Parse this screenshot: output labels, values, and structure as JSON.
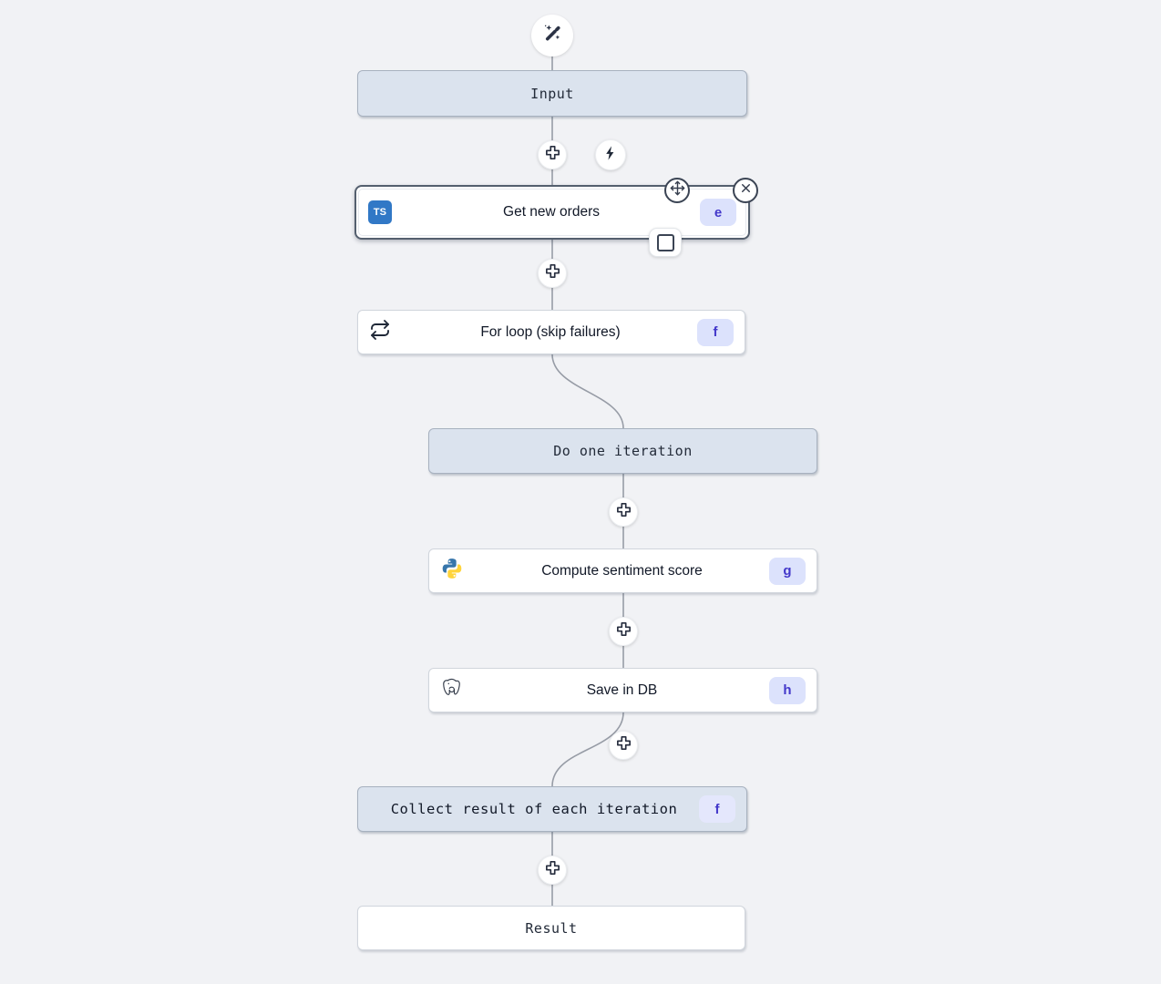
{
  "colors": {
    "canvas_bg": "#f1f2f5",
    "virtual_node_bg": "#dbe3ee",
    "badge_bg": "#dce2fc",
    "badge_text": "#4338ca",
    "selected_border": "#545f6e",
    "connector": "#979ca6",
    "typescript_blue": "#3178c6",
    "python_blue": "#3776ab",
    "python_yellow": "#ffd43b"
  },
  "icons": {
    "top": "wand-sparkles-icon",
    "add": "plus-icon",
    "trigger": "lightning-bolt-icon",
    "selected_move": "move-arrows-icon",
    "selected_close": "close-x-icon",
    "selected_box": "square-icon",
    "loop": "repeat-icon",
    "ts_label": "TS"
  },
  "flow": {
    "modules": [
      {
        "id": "input",
        "label": "Input",
        "kind": "virtual"
      },
      {
        "id": "e",
        "label": "Get new orders",
        "badge": "e",
        "language": "typescript",
        "selected": true
      },
      {
        "id": "f",
        "label": "For loop (skip failures)",
        "badge": "f",
        "kind": "forloop"
      },
      {
        "id": "iteration",
        "label": "Do one iteration",
        "kind": "virtual"
      },
      {
        "id": "g",
        "label": "Compute sentiment score",
        "badge": "g",
        "language": "python"
      },
      {
        "id": "h",
        "label": "Save in DB",
        "badge": "h",
        "language": "postgresql"
      },
      {
        "id": "collect",
        "label": "Collect result of each iteration",
        "badge": "f",
        "kind": "virtual"
      },
      {
        "id": "result",
        "label": "Result",
        "kind": "virtual"
      }
    ]
  }
}
